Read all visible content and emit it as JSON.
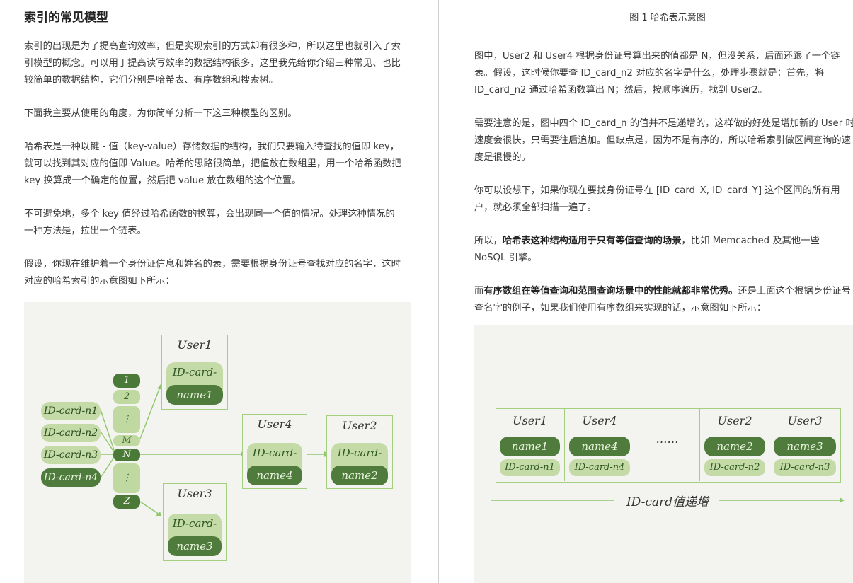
{
  "left": {
    "heading": "索引的常见模型",
    "p1": [
      "索引的出现是为了提高查询效率，但是实现索引的方式却有很多种，所以这里也就引入了索",
      "引模型的概念。可以用于提高读写效率的数据结构很多，这里我先给你介绍三种常见、也比",
      "较简单的数据结构，它们分别是哈希表、有序数组和搜索树。"
    ],
    "p2": [
      "下面我主要从使用的角度，为你简单分析一下这三种模型的区别。"
    ],
    "p3": [
      "哈希表是一种以键 - 值（key-value）存储数据的结构，我们只要输入待查找的值即 key，",
      "就可以找到其对应的值即 Value。哈希的思路很简单，把值放在数组里，用一个哈希函数把",
      "key 换算成一个确定的位置，然后把 value 放在数组的这个位置。"
    ],
    "p4": [
      "不可避免地，多个 key 值经过哈希函数的换算，会出现同一个值的情况。处理这种情况的",
      "一种方法是，拉出一个链表。"
    ],
    "p5": [
      "假设，你现在维护着一个身份证信息和姓名的表，需要根据身份证号查找对应的名字，这时",
      "对应的哈希索引的示意图如下所示："
    ]
  },
  "right": {
    "caption": "图 1 哈希表示意图",
    "p1": [
      "图中，User2 和 User4 根据身份证号算出来的值都是 N，但没关系，后面还跟了一个链",
      "表。假设，这时候你要查 ID_card_n2 对应的名字是什么，处理步骤就是：首先，将",
      "ID_card_n2 通过哈希函数算出 N；然后，按顺序遍历，找到 User2。"
    ],
    "p2": [
      "需要注意的是，图中四个 ID_card_n 的值并不是递增的，这样做的好处是增加新的 User 时",
      "速度会很快，只需要往后追加。但缺点是，因为不是有序的，所以哈希索引做区间查询的速",
      "度是很慢的。"
    ],
    "p3": [
      "你可以设想下，如果你现在要找身份证号在 [ID_card_X, ID_card_Y] 这个区间的所有用",
      "户，就必须全部扫描一遍了。"
    ],
    "p4_pre": "所以，",
    "p4_bold": "哈希表这种结构适用于只有等值查询的场景",
    "p4_post": "，比如 Memcached 及其他一些",
    "p4_line2": "NoSQL 引擎。",
    "p5_pre": "而",
    "p5_bold": "有序数组在等值查询和范围查询场景中的性能就都非常优秀。",
    "p5_post": "还是上面这个根据身份证号",
    "p5_line2": "查名字的例子，如果我们使用有序数组来实现的话，示意图如下所示："
  },
  "hash_figure": {
    "keys": [
      "ID-card-n1",
      "ID-card-n2",
      "ID-card-n3",
      "ID-card-n4"
    ],
    "slots": [
      "1",
      "2",
      "M",
      "N",
      "Z"
    ],
    "dots": "⋮",
    "user1": {
      "label": "User1",
      "id": "ID-card-n1",
      "name": "name1"
    },
    "user4": {
      "label": "User4",
      "id": "ID-card-n4",
      "name": "name4"
    },
    "user2": {
      "label": "User2",
      "id": "ID-card-n2",
      "name": "name2"
    },
    "user3": {
      "label": "User3",
      "id": "ID-card-n3",
      "name": "name3"
    }
  },
  "array_figure": {
    "cells": [
      {
        "label": "User1",
        "name": "name1",
        "id": "ID-card-n1"
      },
      {
        "label": "User4",
        "name": "name4",
        "id": "ID-card-n4"
      },
      {
        "label": "",
        "name": "",
        "id": "",
        "ellipsis": "……"
      },
      {
        "label": "User2",
        "name": "name2",
        "id": "ID-card-n2"
      },
      {
        "label": "User3",
        "name": "name3",
        "id": "ID-card-n3"
      }
    ],
    "axis_label": "ID-card值递增"
  },
  "colors": {
    "dark_green": "#4f7c3c",
    "light_green": "#c5dba7",
    "line_green": "#8fc86a",
    "figure_bg": "#f3f3ef"
  }
}
